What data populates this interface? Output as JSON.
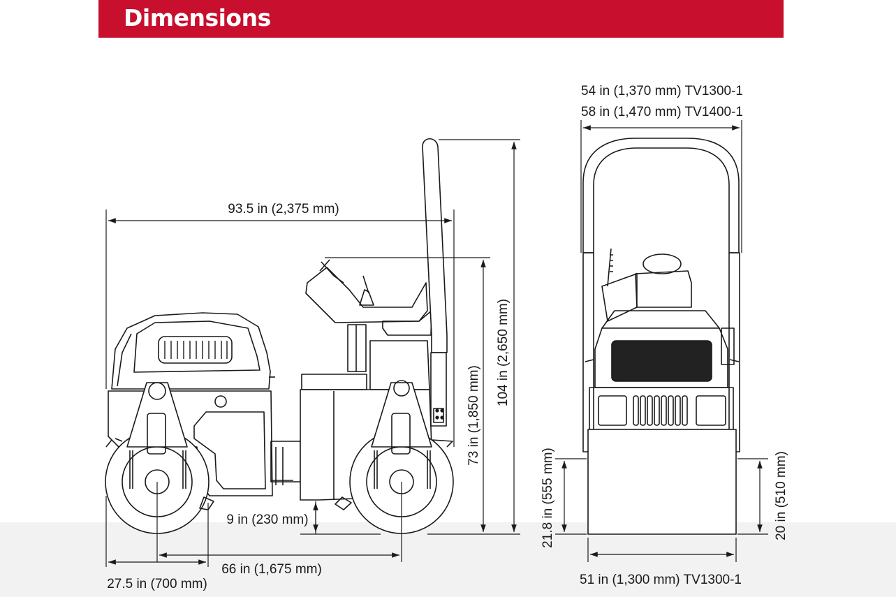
{
  "title": "Dimensions",
  "colors": {
    "header": "#c8102e",
    "header_text": "#ffffff",
    "line": "#1a1a1a",
    "band": "#f2f2f2"
  },
  "side_view": {
    "overall_length": "93.5 in (2,375 mm)",
    "overall_height": "104 in (2,650 mm)",
    "seat_height": "73 in (1,850 mm)",
    "ground_clearance": "9 in (230 mm)",
    "wheelbase": "66 in (1,675 mm)",
    "drum_overhang": "27.5 in (700 mm)"
  },
  "front_view": {
    "width_tv1300": "54 in (1,370 mm) TV1300-1",
    "width_tv1400": "58 in (1,470 mm) TV1400-1",
    "drum_width_tv1300": "51 in (1,300 mm) TV1300-1",
    "left_height": "21.8 in (555 mm)",
    "right_height": "20 in (510 mm)"
  }
}
